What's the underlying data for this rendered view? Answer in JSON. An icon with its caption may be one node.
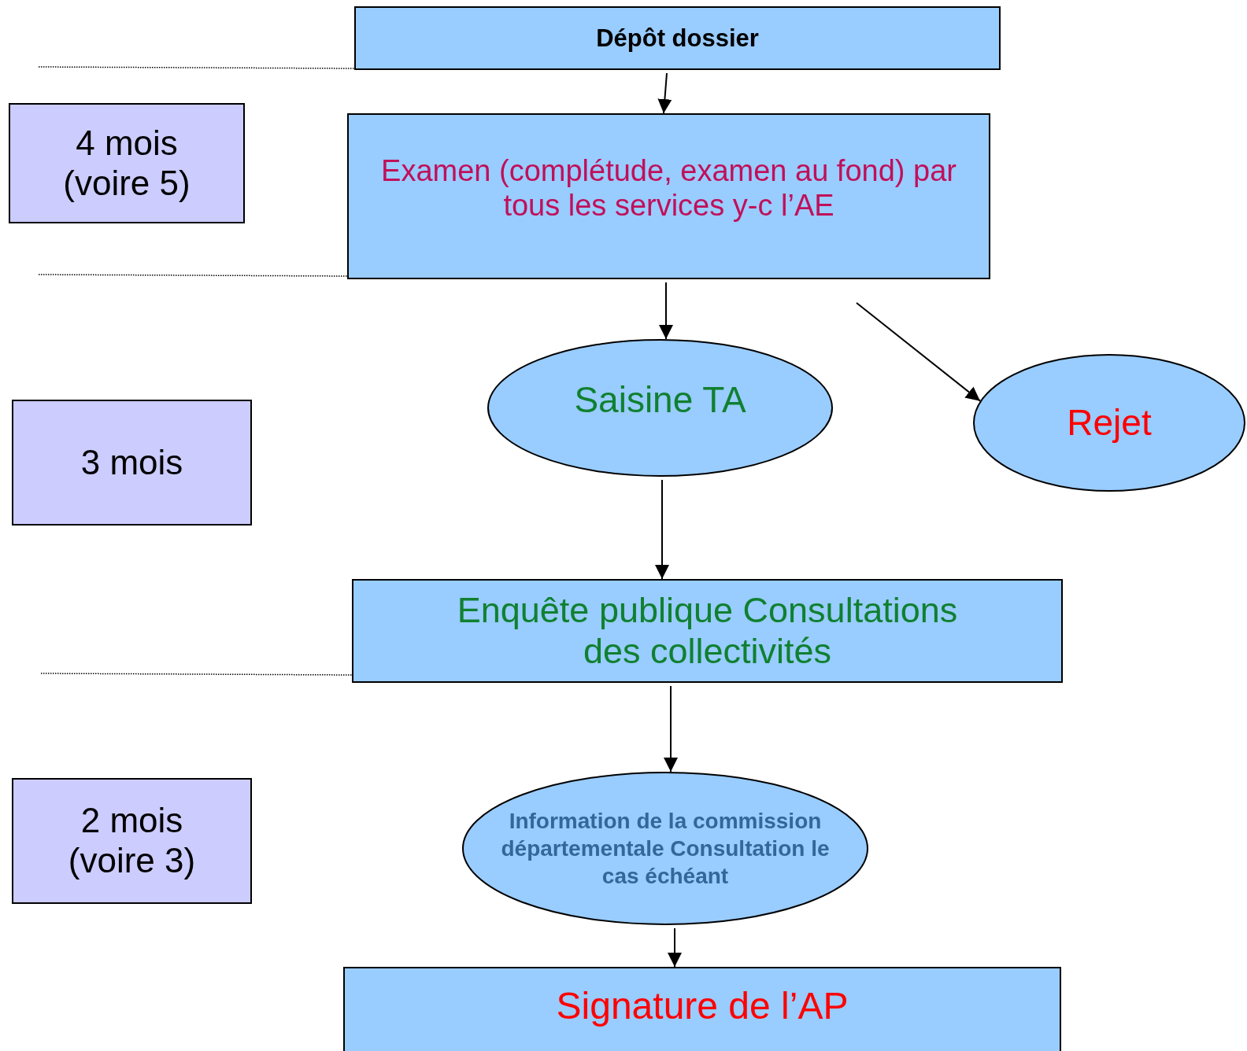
{
  "diagram": {
    "nodes": [
      {
        "text": [
          "Dépôt dossier"
        ]
      },
      {
        "text": [
          "Examen (complétude, examen au fond) par tous les services y-c l’AE"
        ]
      },
      {
        "text": [
          "Saisine TA"
        ]
      },
      {
        "text": [
          "Rejet"
        ]
      },
      {
        "text": [
          "Enquête publique Consultations des collectivités"
        ]
      },
      {
        "text": [
          "Information de la commission départementale Consultation le cas échéant"
        ]
      },
      {
        "text": [
          "Signature de l’AP"
        ]
      },
      {
        "text": [
          "4 mois (voire 5)"
        ]
      },
      {
        "text": [
          "3 mois"
        ]
      },
      {
        "text": [
          "2 mois (voire 3)"
        ]
      }
    ],
    "edges": [
      {
        "from": 0,
        "to": 1,
        "arrow": "to"
      },
      {
        "from": 1,
        "to": 2,
        "arrow": "to"
      },
      {
        "from": 1,
        "to": 3,
        "arrow": "to"
      },
      {
        "from": 2,
        "to": 4,
        "arrow": "to"
      },
      {
        "from": 4,
        "to": 5,
        "arrow": "to"
      },
      {
        "from": 5,
        "to": 6,
        "arrow": "to"
      }
    ]
  }
}
